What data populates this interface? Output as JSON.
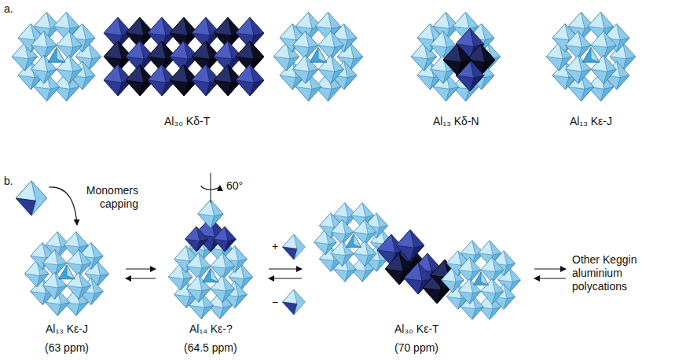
{
  "diagram": {
    "labels": [
      "a.",
      "b.",
      "Al₃₀ Kδ-T",
      "Al₁₃ Kδ-N",
      "Al₁₃ Kε-J",
      "Monomers capping",
      "60°",
      "Al₁₃ Kε-J",
      "(63 ppm)",
      "Al₁₄ Kε-?",
      "(64.5 ppm)",
      "+",
      "−",
      "Al₃₀ Kε-T",
      "(70 ppm)",
      "Other Keggin aluminium polycations"
    ]
  }
}
